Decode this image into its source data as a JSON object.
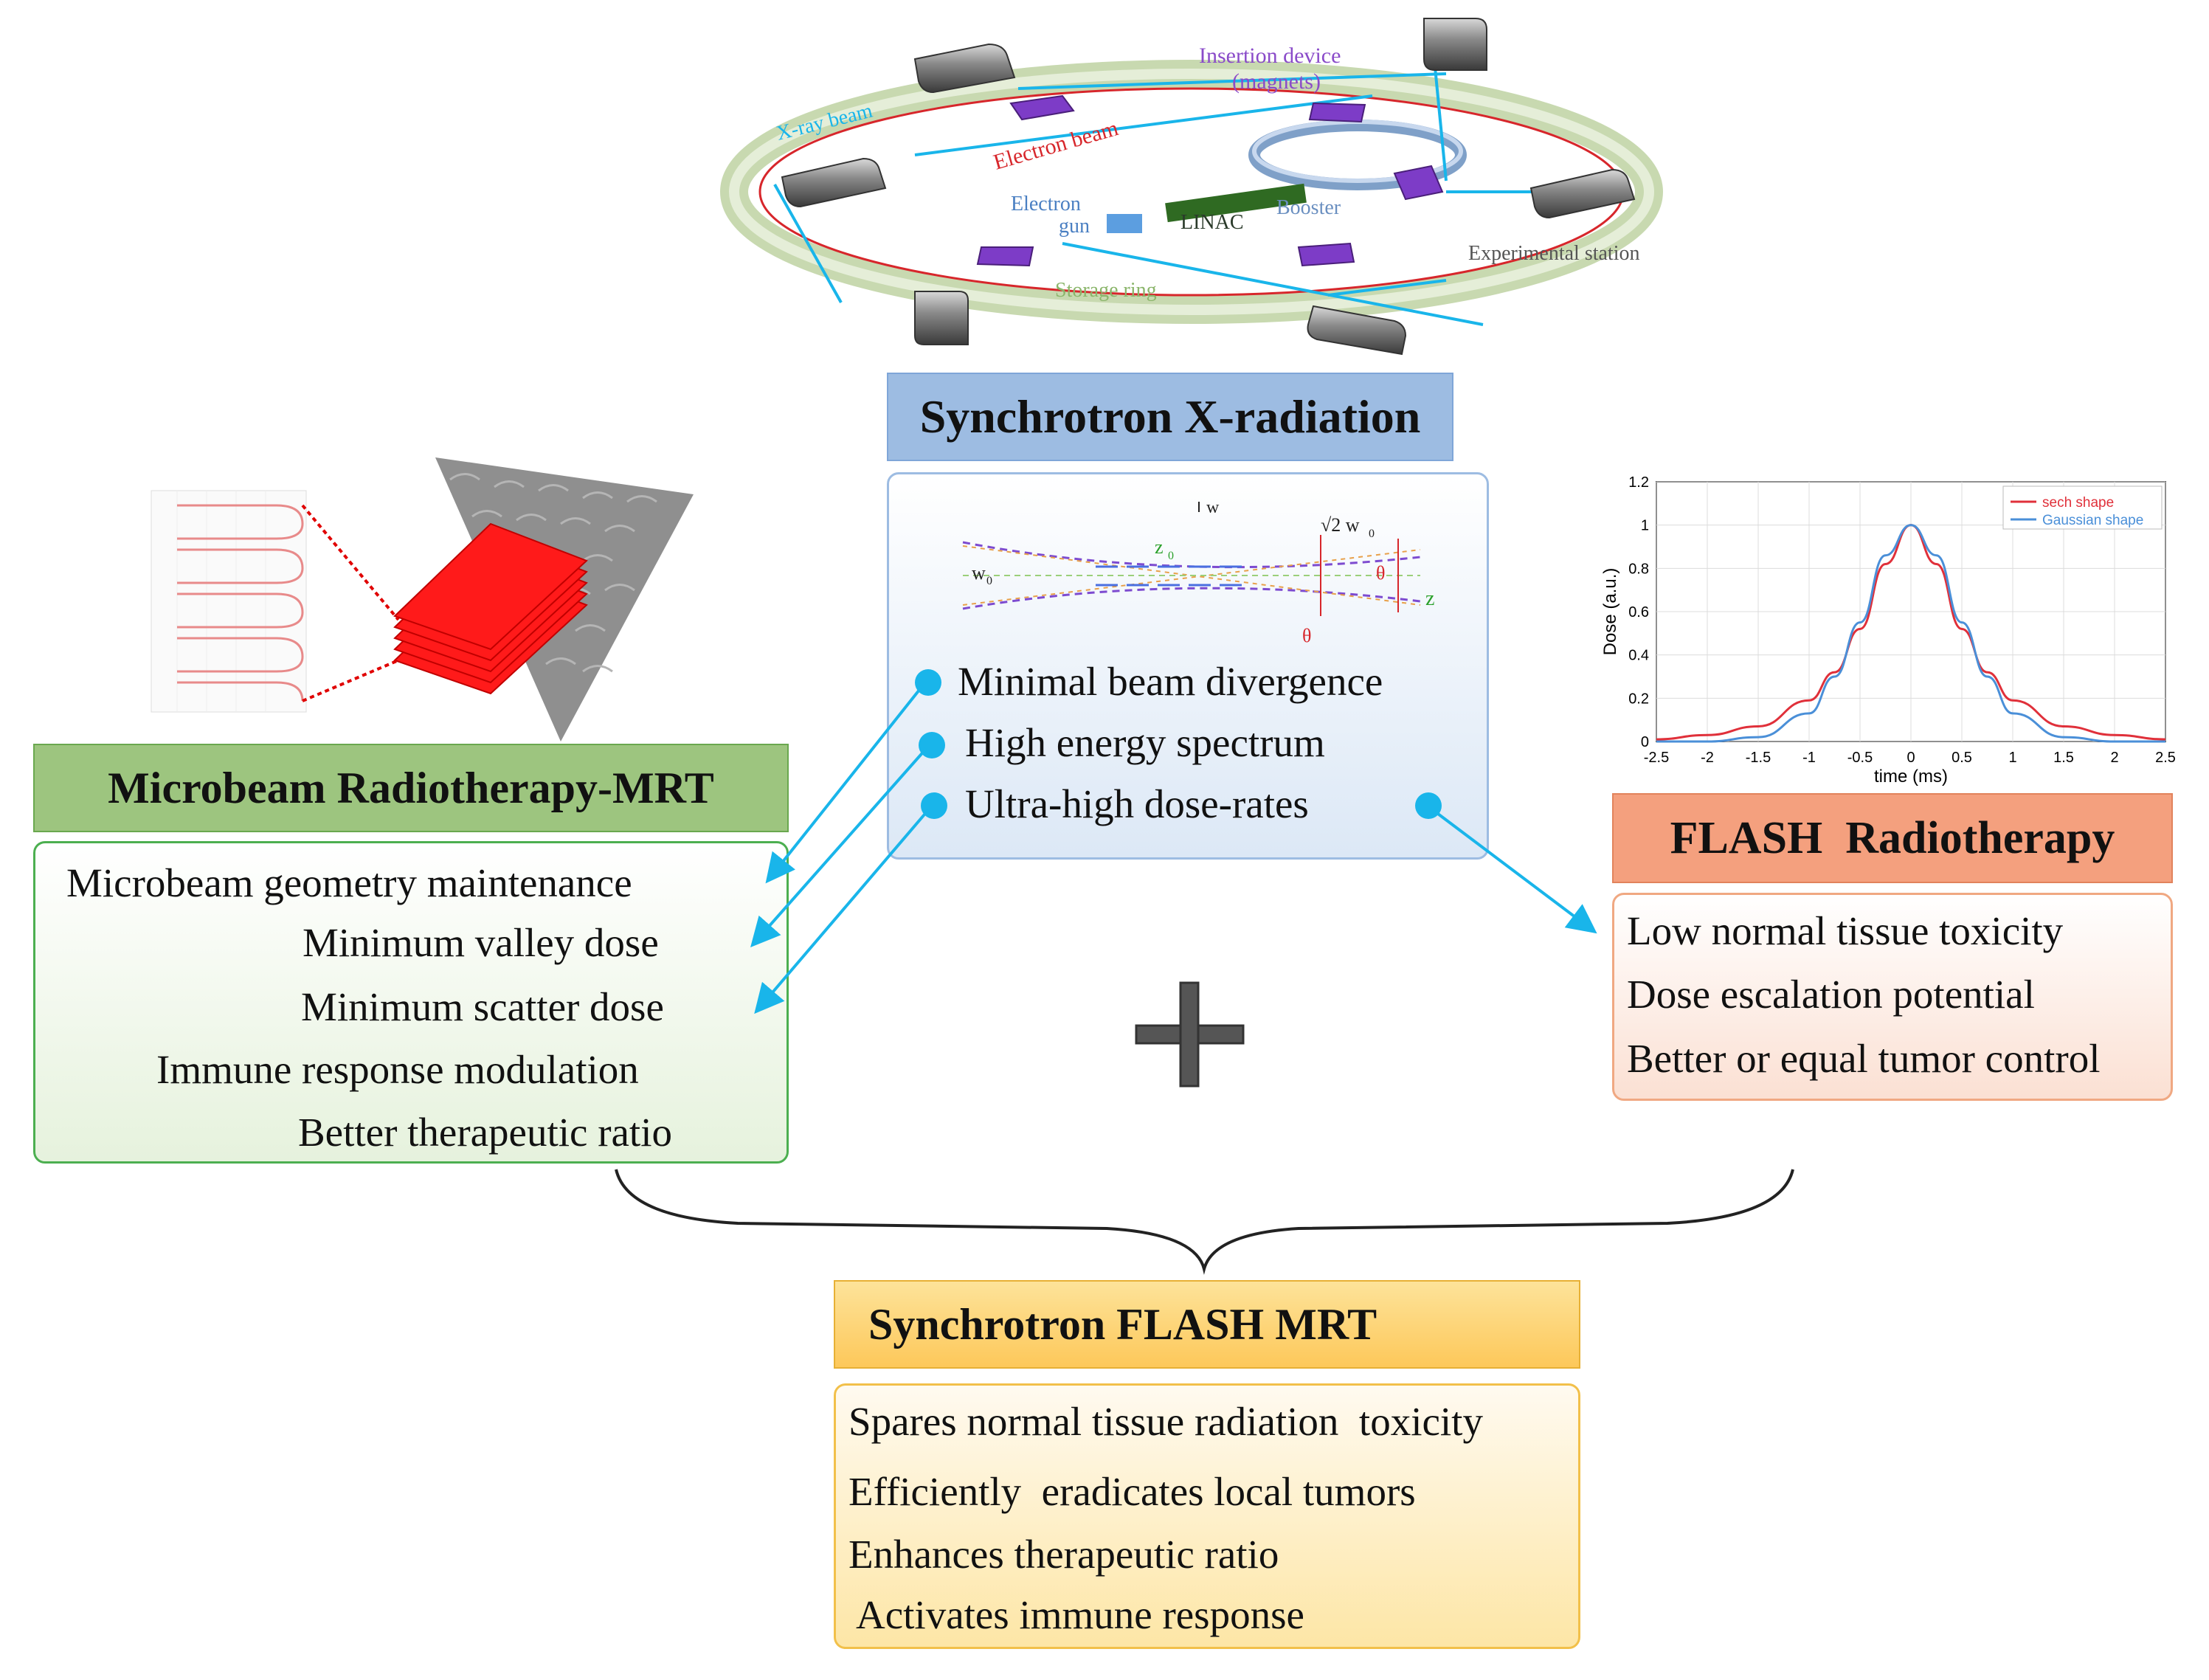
{
  "synchrotron": {
    "labels": {
      "insertion_device": "Insertion device",
      "magnets": "(magnets)",
      "xray_beam": "X-ray beam",
      "electron_beam": "Electron beam",
      "electron": "Electron",
      "gun": "gun",
      "linac": "LINAC",
      "booster": "Booster",
      "experimental_station": "Experimental station",
      "storage_ring": "Storage ring"
    },
    "title": "Synchrotron X-radiation",
    "gaussian_beam": {
      "w": "w",
      "w0": "w",
      "w0_sub": "0",
      "z0": "z",
      "z0_sub": "0",
      "sqrt2w0": "√2 w",
      "sqrt2w0_sub": "0",
      "theta": "θ",
      "z": "z"
    },
    "features": [
      "Minimal beam divergence",
      "High energy spectrum",
      "Ultra-high dose-rates"
    ]
  },
  "mrt": {
    "title": "Microbeam Radiotherapy-MRT",
    "items": [
      "Microbeam geometry maintenance",
      "Minimum valley dose",
      "Minimum scatter dose",
      "Immune response modulation",
      "Better therapeutic ratio"
    ]
  },
  "flash": {
    "title": "FLASH  Radiotherapy",
    "items": [
      "Low normal tissue toxicity",
      "Dose escalation potential",
      "Better or equal tumor control"
    ]
  },
  "combined": {
    "plus": "+",
    "title": "Synchrotron FLASH MRT",
    "items": [
      "Spares normal tissue radiation  toxicity",
      "Efficiently  eradicates local tumors",
      "Enhances therapeutic ratio",
      "Activates immune response"
    ]
  },
  "colors": {
    "mrt_header": "#9dc57f",
    "mrt_border": "#4caf50",
    "synchrotron_header": "#9dbce2",
    "synchrotron_border": "#7fa6d8",
    "flash_header": "#f4a07e",
    "flash_border": "#f0a882",
    "combined_header": "#fdd06a",
    "combined_border": "#f2c04a",
    "arrow": "#19b5ea",
    "sech": "#e0303a",
    "gaussian": "#4a8fd8"
  },
  "chart_data": {
    "type": "line",
    "xlabel": "time (ms)",
    "ylabel": "Dose (a.u.)",
    "xlim": [
      -2.5,
      2.5
    ],
    "ylim": [
      0,
      1.2
    ],
    "xticks": [
      "-2.5",
      "-2",
      "-1.5",
      "-1",
      "-0.5",
      "0",
      "0.5",
      "1",
      "1.5",
      "2",
      "2.5"
    ],
    "yticks": [
      "0",
      "0.2",
      "0.4",
      "0.6",
      "0.8",
      "1",
      "1.2"
    ],
    "grid": true,
    "legend_position": "top-right",
    "series": [
      {
        "name": "sech shape",
        "color": "#e0303a",
        "x": [
          -2.5,
          -2,
          -1.5,
          -1,
          -0.75,
          -0.5,
          -0.25,
          0,
          0.25,
          0.5,
          0.75,
          1,
          1.5,
          2,
          2.5
        ],
        "y": [
          0.01,
          0.03,
          0.07,
          0.19,
          0.32,
          0.52,
          0.82,
          1.0,
          0.82,
          0.52,
          0.32,
          0.19,
          0.07,
          0.03,
          0.01
        ]
      },
      {
        "name": "Gaussian shape",
        "color": "#4a8fd8",
        "x": [
          -2.5,
          -2,
          -1.5,
          -1,
          -0.75,
          -0.5,
          -0.25,
          0,
          0.25,
          0.5,
          0.75,
          1,
          1.5,
          2,
          2.5
        ],
        "y": [
          0.0,
          0.0,
          0.02,
          0.13,
          0.3,
          0.55,
          0.86,
          1.0,
          0.86,
          0.55,
          0.3,
          0.13,
          0.02,
          0.0,
          0.0
        ]
      }
    ]
  }
}
